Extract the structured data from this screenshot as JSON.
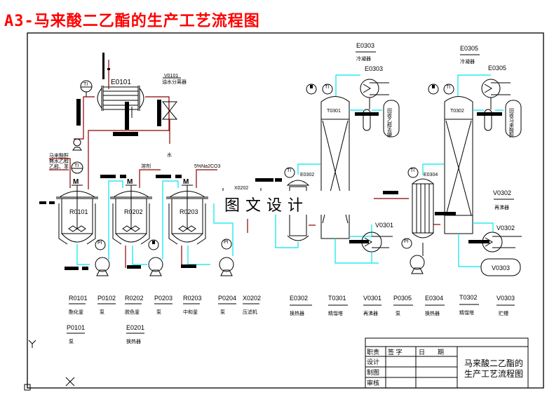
{
  "title": "A3-马来酸二乙酯的生产工艺流程图",
  "watermark": "图文设计",
  "colors": {
    "title_red": "#ff0000",
    "pipe_dark_red": "#8b0000",
    "pipe_cyan": "#00e5ee",
    "line_black": "#000000"
  },
  "equipment_labels": {
    "E0101": "E0101",
    "V0101": "V0101",
    "V0101_desc": "油水分离器",
    "R0101": "R0101",
    "R0202": "R0202",
    "R0203": "R0203",
    "X0202": "X0202",
    "E0302": "E0302",
    "T0301": "T0301",
    "T0302": "T0302",
    "E0303_top": "E0303",
    "E0303_top_desc": "冷凝器",
    "E0303": "E0303",
    "E0305_top": "E0305",
    "E0305_top_desc": "冷凝器",
    "E0305": "E0305",
    "E0304": "E0304",
    "V0301": "V0301",
    "V0302_top": "V0302",
    "V0302_top_desc": "再沸器",
    "V0302": "V0302",
    "V0303": "V0303",
    "recover1": "回收乙醇去罐",
    "recover2": "回收马来酸酐",
    "feed_labels": [
      "马来酸酐",
      "無水乙醇",
      "乙醇、苯"
    ],
    "solvent": "溶剂",
    "na2co3": "5%Na2CO3",
    "water": "水",
    "TI": "TI",
    "PI": "PI"
  },
  "legend_row1": [
    {
      "code": "R0101",
      "name": "酯化釜"
    },
    {
      "code": "P0102",
      "name": "泵"
    },
    {
      "code": "R0202",
      "name": "脱色釜"
    },
    {
      "code": "P0203",
      "name": "泵"
    },
    {
      "code": "R0203",
      "name": "中和釜"
    },
    {
      "code": "P0204",
      "name": "泵"
    },
    {
      "code": "X0202",
      "name": "压滤机"
    },
    {
      "code": "E0302",
      "name": "换热器"
    },
    {
      "code": "T0301",
      "name": "精馏塔"
    },
    {
      "code": "V0301",
      "name": "再沸器"
    },
    {
      "code": "P0305",
      "name": "泵"
    },
    {
      "code": "E0304",
      "name": "换热器"
    },
    {
      "code": "T0302",
      "name": "精馏塔"
    },
    {
      "code": "V0303",
      "name": "贮槽"
    }
  ],
  "legend_row2": [
    {
      "code": "P0101",
      "name": "泵"
    },
    {
      "code": "E0201",
      "name": "换热器"
    }
  ],
  "title_block": {
    "headers": [
      "职责",
      "签 字",
      "日　　期"
    ],
    "rows": [
      "设计",
      "制图",
      "审核"
    ],
    "drawing_name_line1": "马来酸二乙酯的",
    "drawing_name_line2": "生产工艺流程图"
  },
  "ucs": {
    "y": "Y",
    "x": "X"
  }
}
